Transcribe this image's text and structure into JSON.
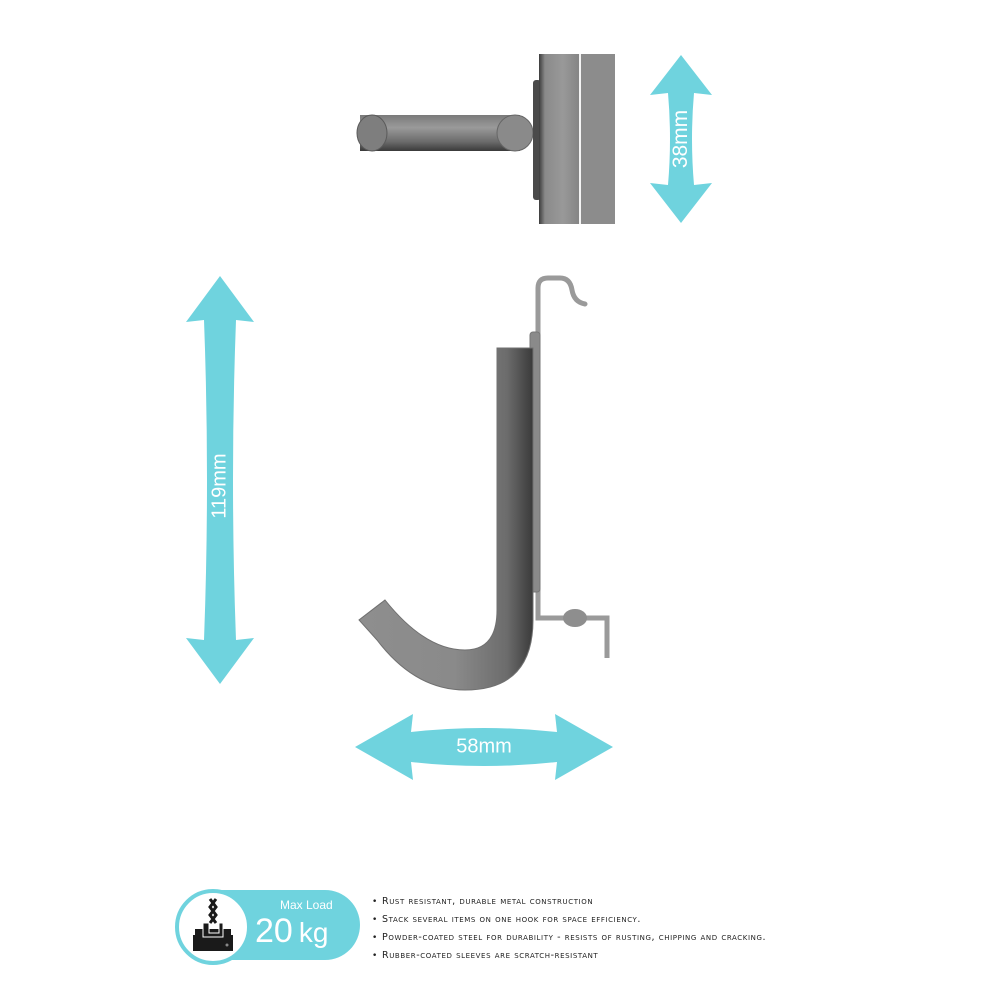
{
  "diagram": {
    "type": "product-dimension-drawing",
    "subject": "J-shaped wall hook",
    "accent_color": "#6fd3de",
    "metal_color": "#8a8a8a",
    "dimensions": {
      "depth": {
        "label": "38mm",
        "orientation": "vertical"
      },
      "height": {
        "label": "119mm",
        "orientation": "vertical"
      },
      "width": {
        "label": "58mm",
        "orientation": "horizontal"
      }
    },
    "views": [
      {
        "name": "top-view",
        "description": "Hook rod viewed from above against mounting rail"
      },
      {
        "name": "side-view",
        "description": "J-hook profile with hanging bracket"
      }
    ]
  },
  "max_load_badge": {
    "caption": "Max Load",
    "value": "20",
    "unit": "kg",
    "icon": "weight-icon"
  },
  "features": [
    "Rust resistant, durable metal construction",
    "Stack several items on one hook for space efficiency.",
    "Powder-coated steel for durability - resists of rusting, chipping and cracking.",
    "Rubber-coated sleeves are scratch-resistant"
  ],
  "bullet_glyph": "•"
}
